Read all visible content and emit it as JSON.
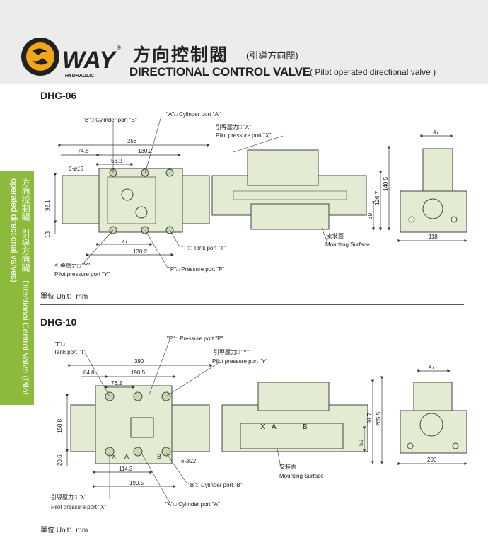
{
  "brand": {
    "name": "WAY",
    "sub": "HYDRAULIC",
    "reg": "®"
  },
  "title": {
    "zh": "方向控制閥",
    "zh_sub": "(引導方向閥)",
    "en": "DIRECTIONAL CONTROL VALVE",
    "en_sub": "( Pilot operated directional valve )"
  },
  "side_tab": "方向控制閥　引導方向閥　Directional Control Valve (Pilot operated directional valves)",
  "unit_label": "單位 Unit：mm",
  "dhg06": {
    "model": "DHG-06",
    "ports": {
      "b": "\"B\"□ Cylinder port \"B\"",
      "a": "\"A\"□ Cylinder port \"A\"",
      "x_zh": "引導壓力□ \"X\"",
      "x_en": "Pilot pressure port \"X\"",
      "t": "\"T\"□ Tank port \"T\"",
      "y_zh": "引導壓力□ \"Y\"",
      "y_en": "Pilot pressure port \"Y\"",
      "p": "\"P\"□ Pressure port \"P\""
    },
    "dims": {
      "d256": "256",
      "d74_8": "74.8",
      "d130_2a": "130.2",
      "d53_2": "53.2",
      "hole": "6-ø13",
      "d92_1": "92.1",
      "d13": "13",
      "d77": "77",
      "d130_2b": "130.2",
      "d126_7": "126.7",
      "d140_5": "140.5",
      "d39": "39",
      "d47": "47",
      "d118": "118"
    },
    "mount_zh": "安裝面",
    "mount_en": "Mounting Surface"
  },
  "dhg10": {
    "model": "DHG-10",
    "ports": {
      "t1": "\"T\"□",
      "t2": "Tank port \"T\"",
      "p": "\"P\"□ Pressure port \"P\"",
      "y_zh": "引導壓力□ \"Y\"",
      "y_en": "Pilot pressure port \"Y\"",
      "b": "\"B\"□ Cylinder port \"B\"",
      "x_zh": "引導壓力□ \"X\"",
      "x_en": "Pilot pressure port \"X\"",
      "a": "\"A\"□ Cylinder port \"A\""
    },
    "dims": {
      "d390": "390",
      "d84_8": "84.8",
      "d190_5a": "190.5",
      "d76_2": "76.2",
      "d158_8": "158.8",
      "d20_6": "20.6",
      "d114_3": "114.3",
      "d190_5b": "190.5",
      "hole": "6-ø22",
      "d191_7": "191.7",
      "d205_5": "205.5",
      "d50": "50",
      "d47": "47",
      "d200": "200"
    },
    "mount_zh": "安裝面",
    "mount_en": "Mounting Surface",
    "side_letters": [
      "X",
      "A",
      "B"
    ],
    "plan_letters": [
      "X",
      "A",
      "B"
    ]
  }
}
